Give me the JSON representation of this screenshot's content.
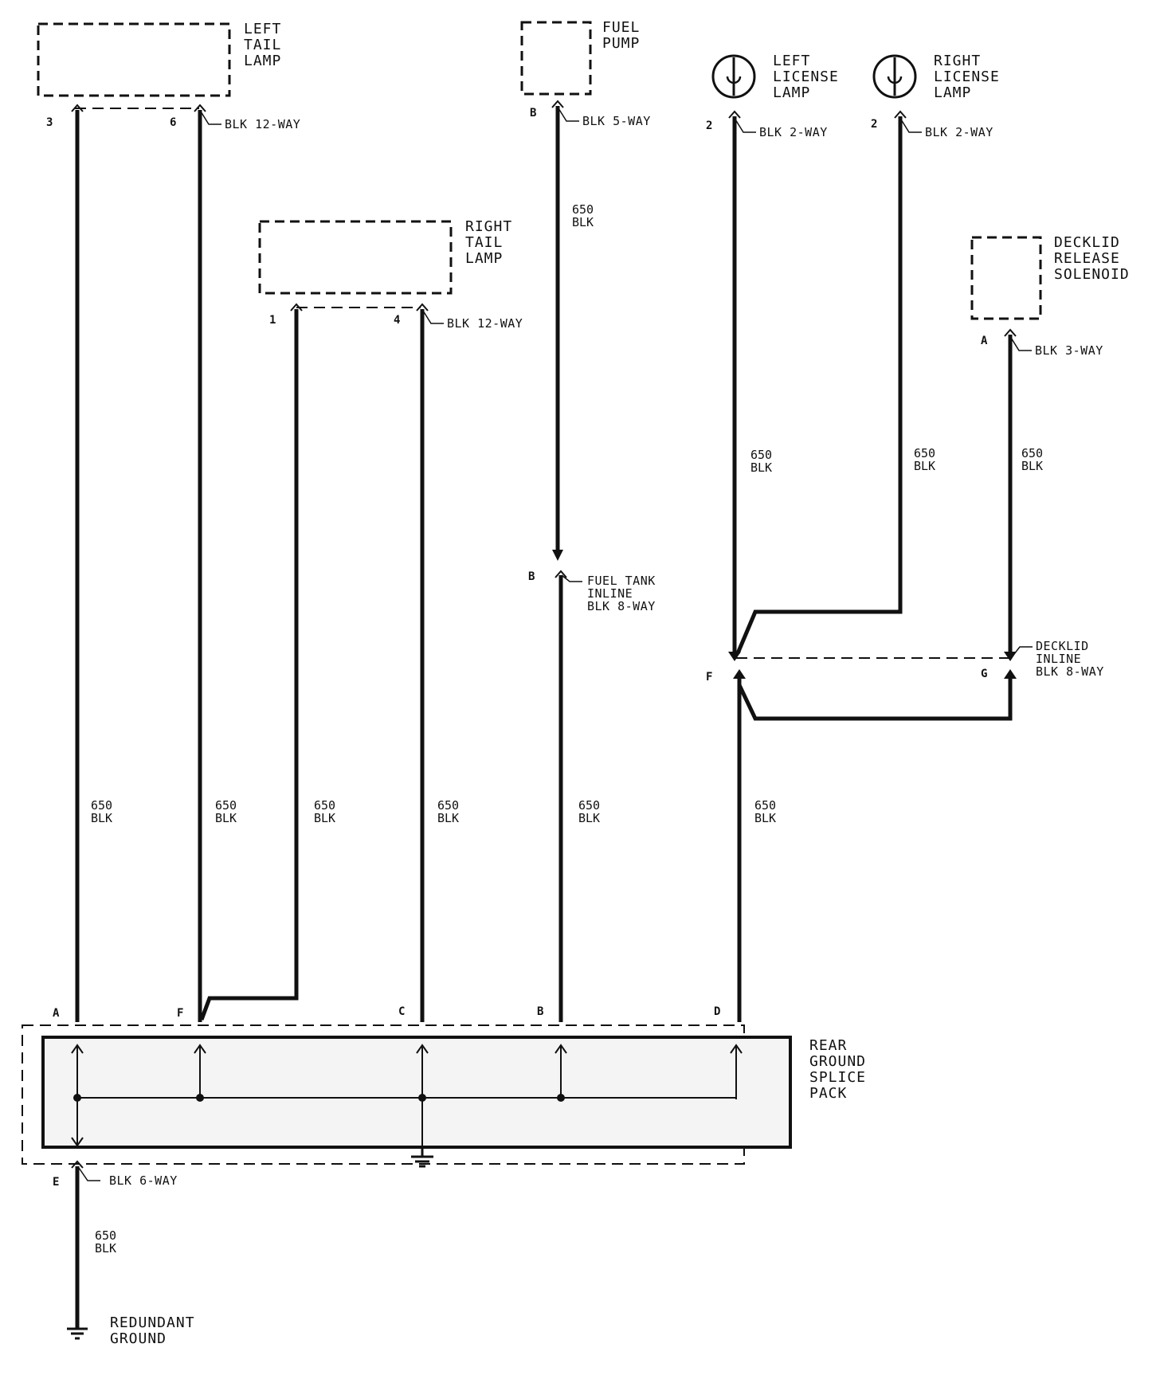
{
  "components": {
    "left_tail_lamp": [
      "LEFT",
      "TAIL",
      "LAMP"
    ],
    "right_tail_lamp": [
      "RIGHT",
      "TAIL",
      "LAMP"
    ],
    "fuel_pump": [
      "FUEL",
      "PUMP"
    ],
    "left_license_lamp": [
      "LEFT",
      "LICENSE",
      "LAMP"
    ],
    "right_license_lamp": [
      "RIGHT",
      "LICENSE",
      "LAMP"
    ],
    "decklid_release_solenoid": [
      "DECKLID",
      "RELEASE",
      "SOLENOID"
    ],
    "rear_ground_splice_pack": [
      "REAR",
      "GROUND",
      "SPLICE",
      "PACK"
    ],
    "redundant_ground": [
      "REDUNDANT",
      "GROUND"
    ]
  },
  "connectors": {
    "left_tail": "BLK 12-WAY",
    "right_tail": "BLK 12-WAY",
    "fuel_pump": "BLK 5-WAY",
    "left_license": "BLK 2-WAY",
    "right_license": "BLK 2-WAY",
    "decklid": "BLK 3-WAY",
    "fuel_tank_inline": [
      "FUEL TANK",
      "INLINE",
      "BLK 8-WAY"
    ],
    "decklid_inline": [
      "DECKLID",
      "INLINE",
      "BLK 8-WAY"
    ],
    "splice_bottom": "BLK 6-WAY"
  },
  "pins": {
    "lt_3": "3",
    "lt_6": "6",
    "rt_1": "1",
    "rt_4": "4",
    "fp_b": "B",
    "fti_b": "B",
    "ll_2": "2",
    "rl_2": "2",
    "dk_a": "A",
    "di_f": "F",
    "di_g": "G",
    "sp_a": "A",
    "sp_f": "F",
    "sp_c": "C",
    "sp_b": "B",
    "sp_d": "D",
    "sp_e": "E"
  },
  "wire": {
    "circuit": "650",
    "color": "BLK"
  }
}
